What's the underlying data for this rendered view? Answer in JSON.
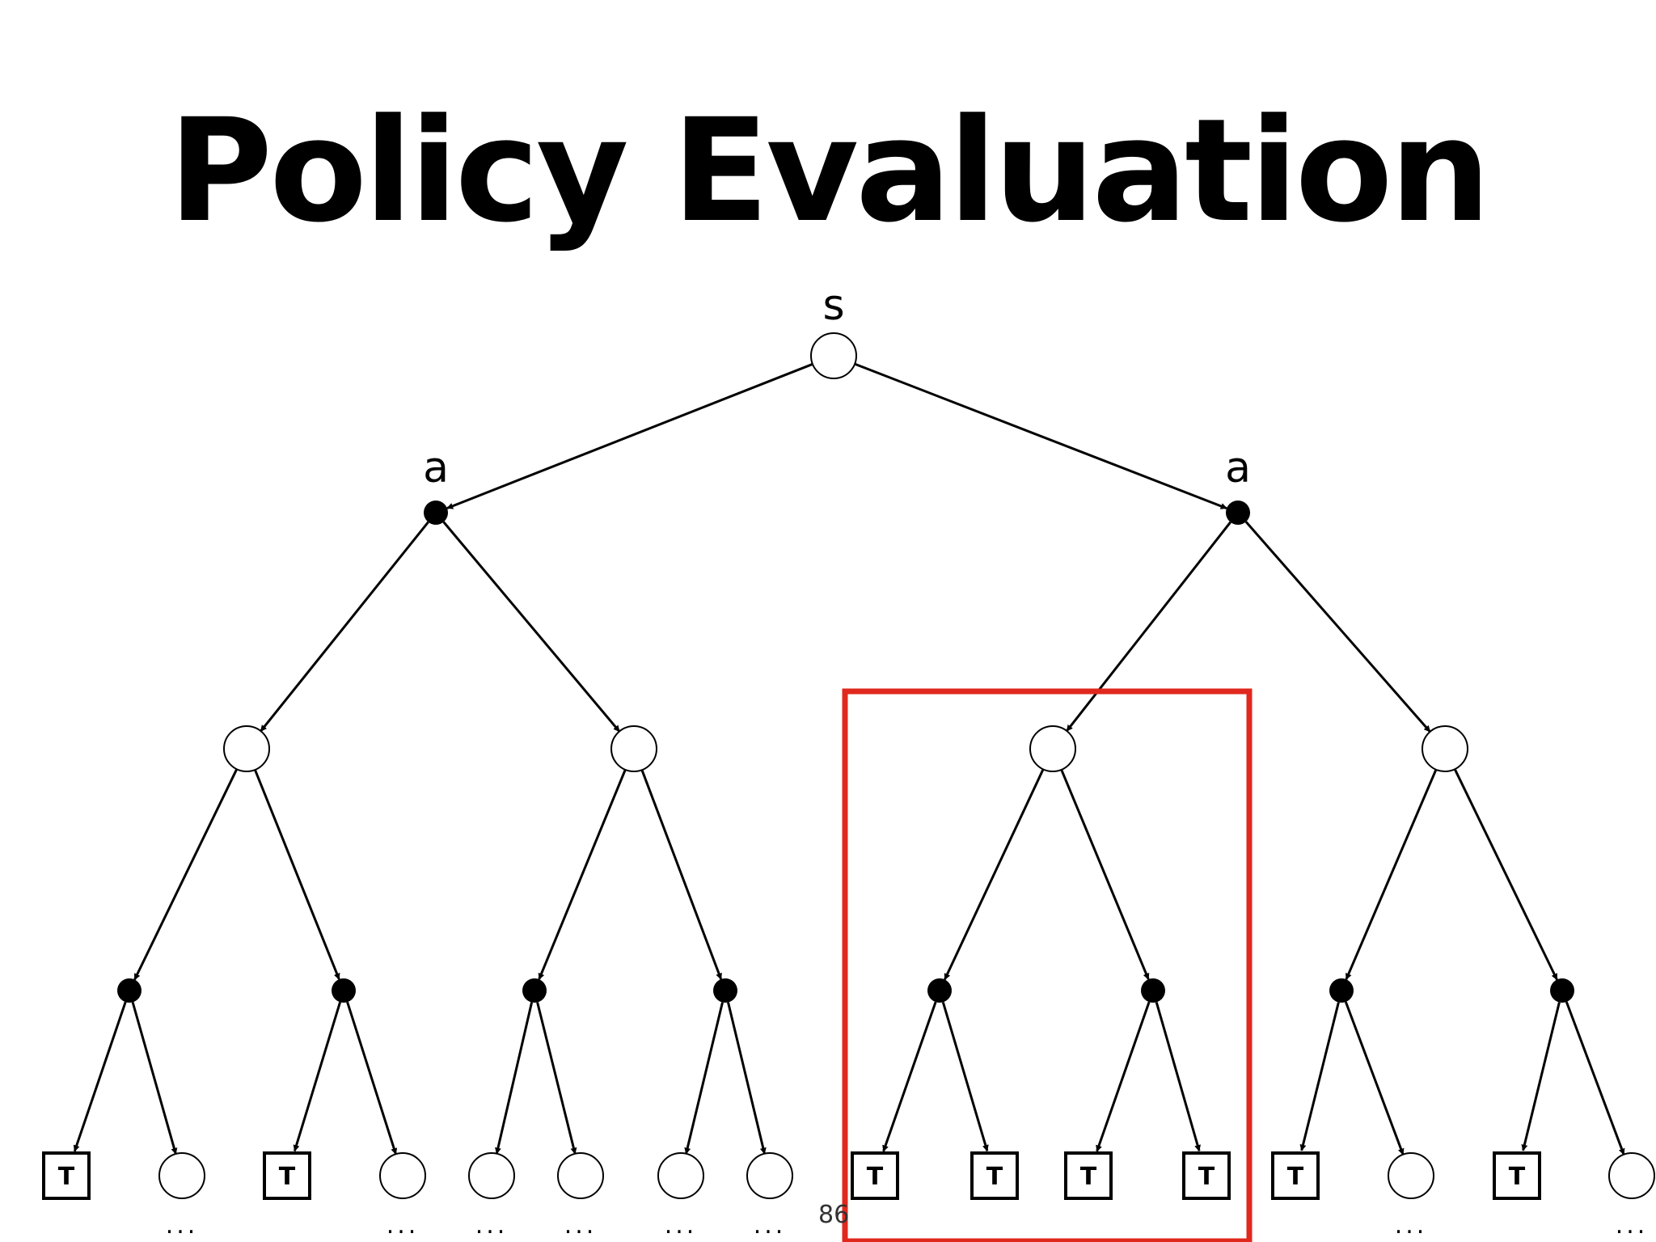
{
  "title": "Policy Evaluation",
  "page_number": "86",
  "root_label": "s",
  "action_label_left": "a",
  "action_label_right": "a",
  "terminal_label": "T",
  "ellipsis": "...",
  "highlight_color": "#e0281e",
  "state_node_style": "hollow-circle",
  "action_node_style": "filled-circle",
  "terminal_node_style": "square-T"
}
